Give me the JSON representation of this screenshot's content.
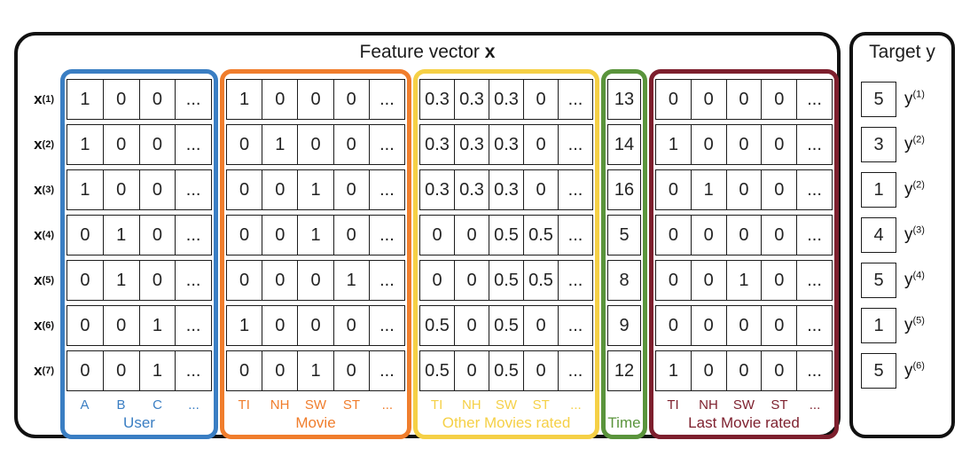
{
  "figure": {
    "feature_title_text": "Feature vector ",
    "feature_title_bold": "x",
    "target_title": "Target y"
  },
  "colors": {
    "user": "#3a7ec3",
    "movie": "#f07d2c",
    "other_movies": "#f5d046",
    "time": "#5a943c",
    "last_movie": "#7d1f2d",
    "outline": "#111111"
  },
  "groups": [
    {
      "key": "user",
      "name": "User",
      "color": "#3a7ec3",
      "columns": [
        "A",
        "B",
        "C",
        "..."
      ]
    },
    {
      "key": "movie",
      "name": "Movie",
      "color": "#f07d2c",
      "columns": [
        "TI",
        "NH",
        "SW",
        "ST",
        "..."
      ]
    },
    {
      "key": "other",
      "name": "Other Movies rated",
      "color": "#f5d046",
      "columns": [
        "TI",
        "NH",
        "SW",
        "ST",
        "..."
      ]
    },
    {
      "key": "time",
      "name": "Time",
      "color": "#5a943c",
      "columns": []
    },
    {
      "key": "last",
      "name": "Last Movie rated",
      "color": "#7d1f2d",
      "columns": [
        "TI",
        "NH",
        "SW",
        "ST",
        "..."
      ]
    }
  ],
  "rows": [
    {
      "label": {
        "base": "x",
        "sup": "(1)"
      },
      "user": [
        "1",
        "0",
        "0",
        "..."
      ],
      "movie": [
        "1",
        "0",
        "0",
        "0",
        "..."
      ],
      "other": [
        "0.3",
        "0.3",
        "0.3",
        "0",
        "..."
      ],
      "time": "13",
      "last": [
        "0",
        "0",
        "0",
        "0",
        "..."
      ],
      "target": {
        "value": "5",
        "base": "y",
        "sup": "(1)"
      }
    },
    {
      "label": {
        "base": "x",
        "sup": "(2)"
      },
      "user": [
        "1",
        "0",
        "0",
        "..."
      ],
      "movie": [
        "0",
        "1",
        "0",
        "0",
        "..."
      ],
      "other": [
        "0.3",
        "0.3",
        "0.3",
        "0",
        "..."
      ],
      "time": "14",
      "last": [
        "1",
        "0",
        "0",
        "0",
        "..."
      ],
      "target": {
        "value": "3",
        "base": "y",
        "sup": "(2)"
      }
    },
    {
      "label": {
        "base": "x",
        "sup": "(3)"
      },
      "user": [
        "1",
        "0",
        "0",
        "..."
      ],
      "movie": [
        "0",
        "0",
        "1",
        "0",
        "..."
      ],
      "other": [
        "0.3",
        "0.3",
        "0.3",
        "0",
        "..."
      ],
      "time": "16",
      "last": [
        "0",
        "1",
        "0",
        "0",
        "..."
      ],
      "target": {
        "value": "1",
        "base": "y",
        "sup": "(2)"
      }
    },
    {
      "label": {
        "base": "x",
        "sup": "(4)"
      },
      "user": [
        "0",
        "1",
        "0",
        "..."
      ],
      "movie": [
        "0",
        "0",
        "1",
        "0",
        "..."
      ],
      "other": [
        "0",
        "0",
        "0.5",
        "0.5",
        "..."
      ],
      "time": "5",
      "last": [
        "0",
        "0",
        "0",
        "0",
        "..."
      ],
      "target": {
        "value": "4",
        "base": "y",
        "sup": "(3)"
      }
    },
    {
      "label": {
        "base": "x",
        "sup": "(5)"
      },
      "user": [
        "0",
        "1",
        "0",
        "..."
      ],
      "movie": [
        "0",
        "0",
        "0",
        "1",
        "..."
      ],
      "other": [
        "0",
        "0",
        "0.5",
        "0.5",
        "..."
      ],
      "time": "8",
      "last": [
        "0",
        "0",
        "1",
        "0",
        "..."
      ],
      "target": {
        "value": "5",
        "base": "y",
        "sup": "(4)"
      }
    },
    {
      "label": {
        "base": "x",
        "sup": "(6)"
      },
      "user": [
        "0",
        "0",
        "1",
        "..."
      ],
      "movie": [
        "1",
        "0",
        "0",
        "0",
        "..."
      ],
      "other": [
        "0.5",
        "0",
        "0.5",
        "0",
        "..."
      ],
      "time": "9",
      "last": [
        "0",
        "0",
        "0",
        "0",
        "..."
      ],
      "target": {
        "value": "1",
        "base": "y",
        "sup": "(5)"
      }
    },
    {
      "label": {
        "base": "x",
        "sup": "(7)"
      },
      "user": [
        "0",
        "0",
        "1",
        "..."
      ],
      "movie": [
        "0",
        "0",
        "1",
        "0",
        "..."
      ],
      "other": [
        "0.5",
        "0",
        "0.5",
        "0",
        "..."
      ],
      "time": "12",
      "last": [
        "1",
        "0",
        "0",
        "0",
        "..."
      ],
      "target": {
        "value": "5",
        "base": "y",
        "sup": "(6)"
      }
    }
  ]
}
